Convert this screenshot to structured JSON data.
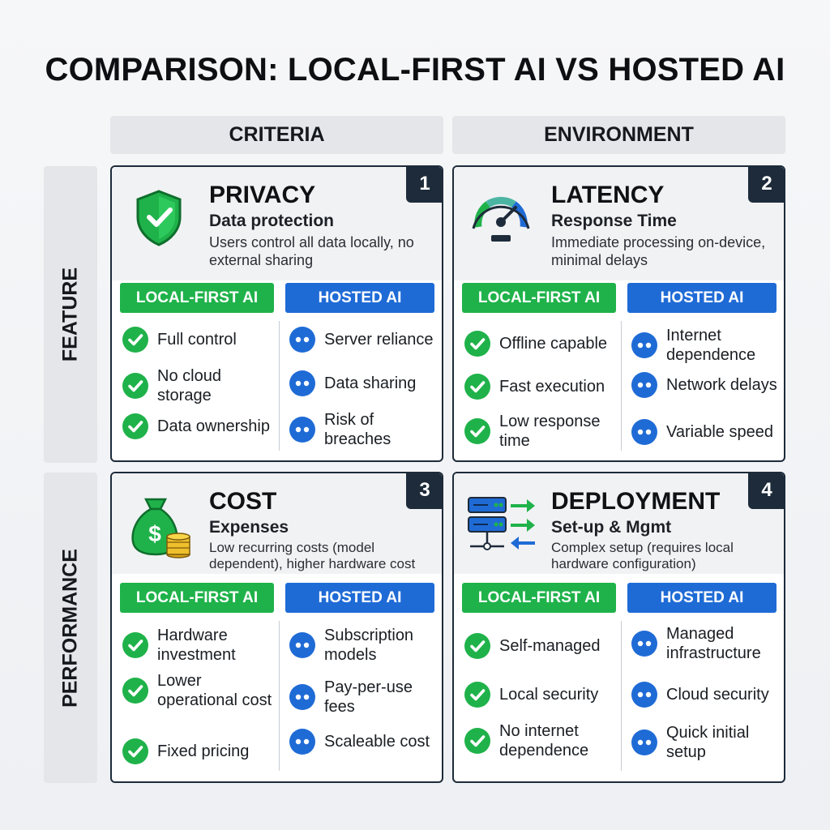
{
  "title": "COMPARISON: LOCAL-FIRST AI VS HOSTED AI",
  "columns": [
    "CRITERIA",
    "ENVIRONMENT"
  ],
  "rows": [
    "FEATURE",
    "PERFORMANCE"
  ],
  "colors": {
    "local": "#1fb24a",
    "hosted": "#1f6bd6",
    "dark": "#1d2b3a"
  },
  "cards": [
    {
      "number": "1",
      "icon": "shield-check-icon",
      "title": "PRIVACY",
      "subtitle": "Data protection",
      "description": "Users control all data locally, no external sharing",
      "local_label": "LOCAL-FIRST AI",
      "hosted_label": "HOSTED AI",
      "local_items": [
        "Full control",
        "No cloud storage",
        "Data ownership"
      ],
      "hosted_items": [
        "Server reliance",
        "Data sharing",
        "Risk of breaches"
      ]
    },
    {
      "number": "2",
      "icon": "speedometer-icon",
      "title": "LATENCY",
      "subtitle": "Response Time",
      "description": "Immediate processing on-device, minimal delays",
      "local_label": "LOCAL-FIRST AI",
      "hosted_label": "HOSTED AI",
      "local_items": [
        "Offline capable",
        "Fast execution",
        "Low response time"
      ],
      "hosted_items": [
        "Internet dependence",
        "Network delays",
        "Variable speed"
      ]
    },
    {
      "number": "3",
      "icon": "money-bag-coins-icon",
      "title": "COST",
      "subtitle": "Expenses",
      "description": "Low recurring costs (model dependent), higher hardware cost",
      "local_label": "LOCAL-FIRST AI",
      "hosted_label": "HOSTED AI",
      "local_items": [
        "Hardware investment",
        "Lower operational cost",
        "Fixed pricing"
      ],
      "hosted_items": [
        "Subscription models",
        "Pay-per-use fees",
        "Scaleable cost"
      ]
    },
    {
      "number": "4",
      "icon": "server-arrows-icon",
      "title": "DEPLOYMENT",
      "subtitle": "Set-up & Mgmt",
      "description": "Complex setup (requires local hardware configuration)",
      "local_label": "LOCAL-FIRST AI",
      "hosted_label": "HOSTED AI",
      "local_items": [
        "Self-managed",
        "Local security",
        "No internet dependence"
      ],
      "hosted_items": [
        "Managed infrastructure",
        "Cloud security",
        "Quick initial setup"
      ]
    }
  ]
}
